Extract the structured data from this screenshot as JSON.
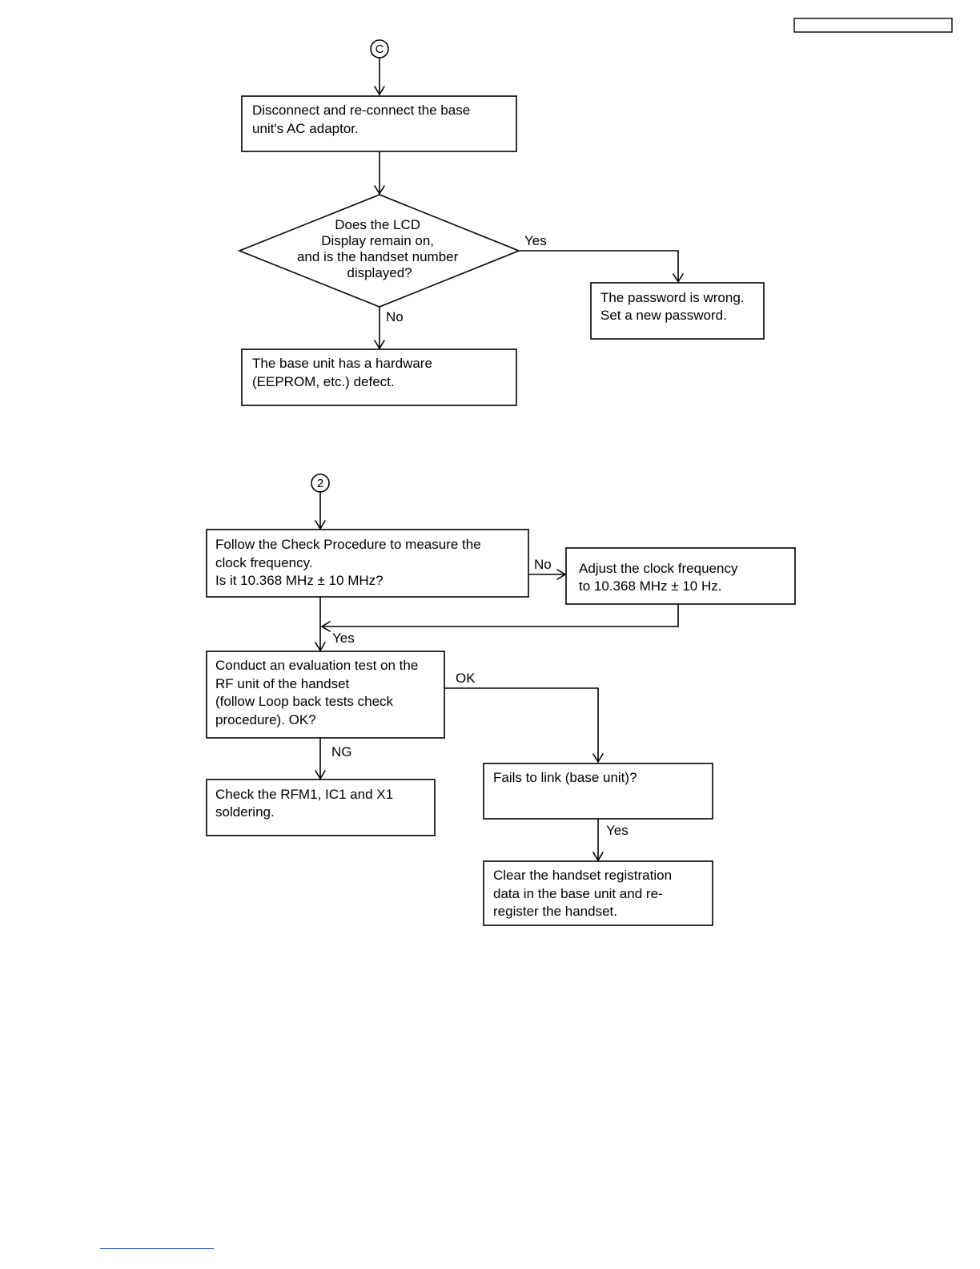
{
  "connectors": {
    "c": "C",
    "two": "2"
  },
  "flow1": {
    "step_reconnect": [
      "Disconnect and re-connect the base",
      "unit's AC adaptor."
    ],
    "decision_lcd": [
      "Does the LCD",
      "Display remain on,",
      "and is the handset number",
      "displayed?"
    ],
    "yes_label": "Yes",
    "no_label": "No",
    "result_password": [
      "The password is wrong.",
      "Set a new password."
    ],
    "result_hardware": [
      "The base unit has a hardware",
      "(EEPROM, etc.) defect."
    ]
  },
  "flow2": {
    "step_clock": [
      "Follow the Check Procedure to measure the",
      "clock frequency.",
      "Is it 10.368 MHz ± 10 MHz?"
    ],
    "no_label": "No",
    "adjust_clock": [
      "Adjust the clock frequency",
      "to 10.368 MHz ± 10 Hz."
    ],
    "yes_label": "Yes",
    "evaluation": [
      "Conduct an evaluation test on the",
      "RF unit of the handset",
      "(follow Loop back tests check",
      "procedure). OK?"
    ],
    "ok_label": "OK",
    "ng_label": "NG",
    "check_soldering": [
      "Check the RFM1, IC1 and X1",
      "soldering."
    ],
    "fails_link": [
      "Fails to link (base unit)?"
    ],
    "yes2_label": "Yes",
    "clear_registration": [
      "Clear the handset registration",
      "data in the base unit and re-",
      "register the handset."
    ]
  }
}
